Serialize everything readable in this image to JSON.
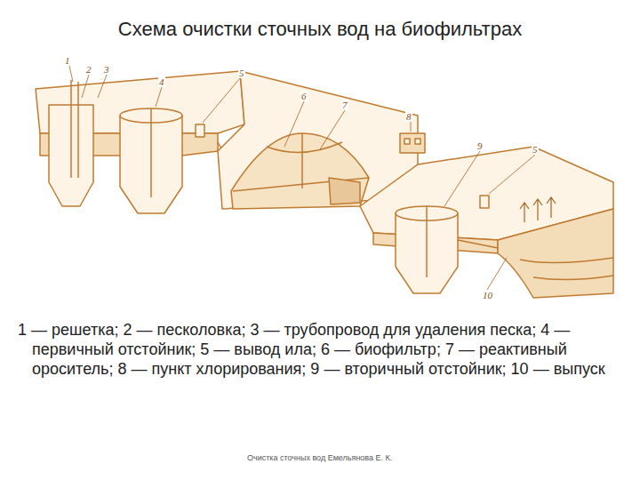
{
  "diagram": {
    "title": "Схема очистки сточных вод на биофильтрах",
    "caption": "1 — решетка; 2 — песколовка; 3 — трубопровод для удаления песка; 4 — первичный отстойник; 5 — вывод ила; 6 — биофильтр; 7 — реактивный ороситель; 8 — пункт хлорирования; 9 — вторичный отстойник; 10 — выпуск",
    "labels": [
      "1",
      "2",
      "3",
      "4",
      "5",
      "6",
      "7",
      "8",
      "9",
      "5",
      "10",
      "Очистка сточных вод Емельянова Е. К."
    ]
  }
}
